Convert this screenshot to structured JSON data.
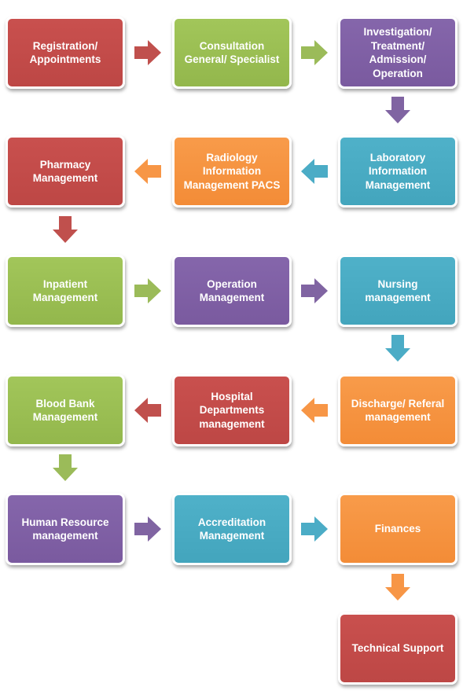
{
  "colors": {
    "red": "#c0504d",
    "green": "#9bbb59",
    "purple": "#8064a2",
    "teal": "#4bacc6",
    "orange": "#f79646"
  },
  "boxes": [
    {
      "label": "Registration/\nAppointments",
      "color": "red"
    },
    {
      "label": "Consultation\nGeneral/ Specialist",
      "color": "green"
    },
    {
      "label": "Investigation/\nTreatment/\nAdmission/\nOperation",
      "color": "purple"
    },
    {
      "label": "Laboratory\nInformation\nManagement",
      "color": "teal"
    },
    {
      "label": "Radiology\nInformation\nManagement PACS",
      "color": "orange"
    },
    {
      "label": "Pharmacy\nManagement",
      "color": "red"
    },
    {
      "label": "Inpatient\nManagement",
      "color": "green"
    },
    {
      "label": "Operation\nManagement",
      "color": "purple"
    },
    {
      "label": "Nursing\nmanagement",
      "color": "teal"
    },
    {
      "label": "Discharge/ Referal\nmanagement",
      "color": "orange"
    },
    {
      "label": "Hospital\nDepartments\nmanagement",
      "color": "red"
    },
    {
      "label": "Blood Bank\nManagement",
      "color": "green"
    },
    {
      "label": "Human Resource\nmanagement",
      "color": "purple"
    },
    {
      "label": "Accreditation\nManagement",
      "color": "teal"
    },
    {
      "label": "Finances",
      "color": "orange"
    },
    {
      "label": "Technical Support",
      "color": "red"
    }
  ],
  "arrows": [
    {
      "direction": "right",
      "color": "red"
    },
    {
      "direction": "right",
      "color": "green"
    },
    {
      "direction": "down",
      "color": "purple"
    },
    {
      "direction": "left",
      "color": "teal"
    },
    {
      "direction": "left",
      "color": "orange"
    },
    {
      "direction": "down",
      "color": "red"
    },
    {
      "direction": "right",
      "color": "green"
    },
    {
      "direction": "right",
      "color": "purple"
    },
    {
      "direction": "down",
      "color": "teal"
    },
    {
      "direction": "left",
      "color": "orange"
    },
    {
      "direction": "left",
      "color": "red"
    },
    {
      "direction": "down",
      "color": "green"
    },
    {
      "direction": "right",
      "color": "purple"
    },
    {
      "direction": "right",
      "color": "teal"
    },
    {
      "direction": "down",
      "color": "orange"
    }
  ]
}
